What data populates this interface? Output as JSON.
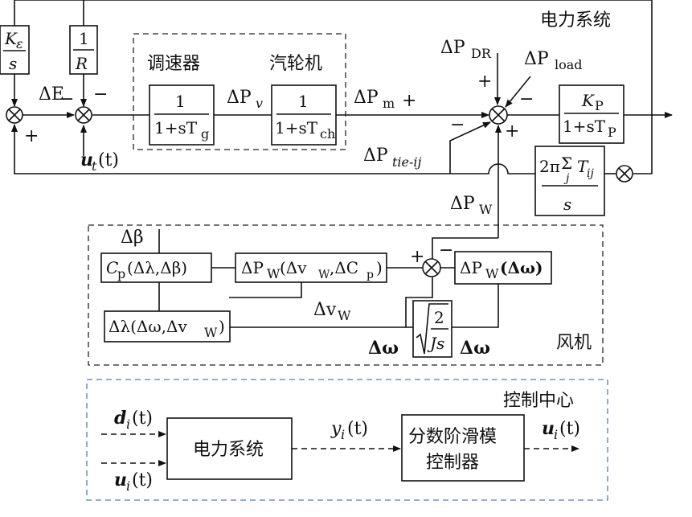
{
  "frames": {
    "power_system": "电力系统",
    "wind_turbine": "风机",
    "control_center": "控制中心"
  },
  "blocks": {
    "integrator": {
      "num": "K",
      "num_sub": "ε",
      "den": "s"
    },
    "droop": {
      "num": "1",
      "den": "R"
    },
    "governor": {
      "label": "调速器",
      "num": "1",
      "den": "1+sT",
      "den_sub": "g"
    },
    "turbine": {
      "label": "汽轮机",
      "num": "1",
      "den": "1+sT",
      "den_sub": "ch"
    },
    "plant": {
      "num": "K",
      "num_sub": "P",
      "den": "1+sT",
      "den_sub": "P"
    },
    "tieline": {
      "num": "2π",
      "sum": "Σ",
      "sum_sub": "j",
      "var": "T",
      "var_sub": "ij",
      "den": "s"
    },
    "cp": "C",
    "cp_sub": "p",
    "cp_args": "(Δλ,Δβ)",
    "pw": "ΔP",
    "pw_sub": "W",
    "pw_args": "(Δv",
    "pw_args_sub": "W",
    "pw_args2": ",ΔC",
    "pw_args2_sub": "p",
    "pw_args3": ")",
    "lambda": "Δλ(Δω,Δv",
    "lambda_sub": "W",
    "lambda_end": ")",
    "inertia": {
      "num": "2",
      "den": "Js"
    },
    "pw_omega": "ΔP",
    "pw_omega_sub": "W",
    "pw_omega_args": "(Δω)",
    "power_system_box": "电力系统",
    "controller_line1": "分数阶滑模",
    "controller_line2": "控制器"
  },
  "signals": {
    "dE": "ΔE",
    "ut": "u",
    "ut_sub": "t",
    "ut_arg": "(t)",
    "dPv": "ΔP",
    "dPv_sub": "v",
    "dPm": "ΔP",
    "dPm_sub": "m",
    "dPdr": "ΔP",
    "dPdr_sub": "DR",
    "dPload": "ΔP",
    "dPload_sub": "load",
    "dPtie": "ΔP",
    "dPtie_sub": "tie-ij",
    "dPw": "ΔP",
    "dPw_sub": "W",
    "dbeta": "Δβ",
    "dvw": "Δv",
    "dvw_sub": "W",
    "domega": "Δω",
    "di": "d",
    "di_sub": "i",
    "di_arg": "(t)",
    "ui": "u",
    "ui_sub": "i",
    "ui_arg": "(t)",
    "yi": "y",
    "yi_sub": "i",
    "yi_arg": "(t)",
    "ui_out": "u",
    "ui_out_sub": "i",
    "ui_out_arg": "(t)"
  },
  "signs": {
    "plus": "+",
    "minus": "−"
  }
}
